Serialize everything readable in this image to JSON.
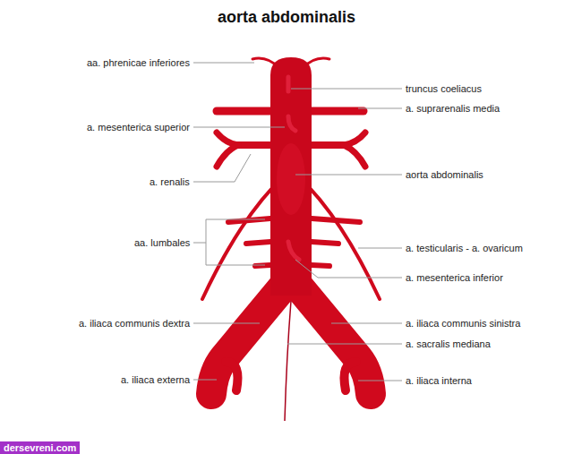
{
  "diagram": {
    "title": "aorta abdominalis",
    "labels": [
      "aa. phrenicae inferiores",
      "truncus coeliacus",
      "a. suprarenalis media",
      "a. mesenterica superior",
      "a. renalis",
      "aorta abdominalis",
      "aa. lumbales",
      "a. testicularis - a. ovaricum",
      "a. mesenterica inferior",
      "a. iliaca communis dextra",
      "a. iliaca communis sinistra",
      "a. sacralis mediana",
      "a. iliaca externa",
      "a. iliaca interna",
      "dersevreni.com"
    ]
  }
}
